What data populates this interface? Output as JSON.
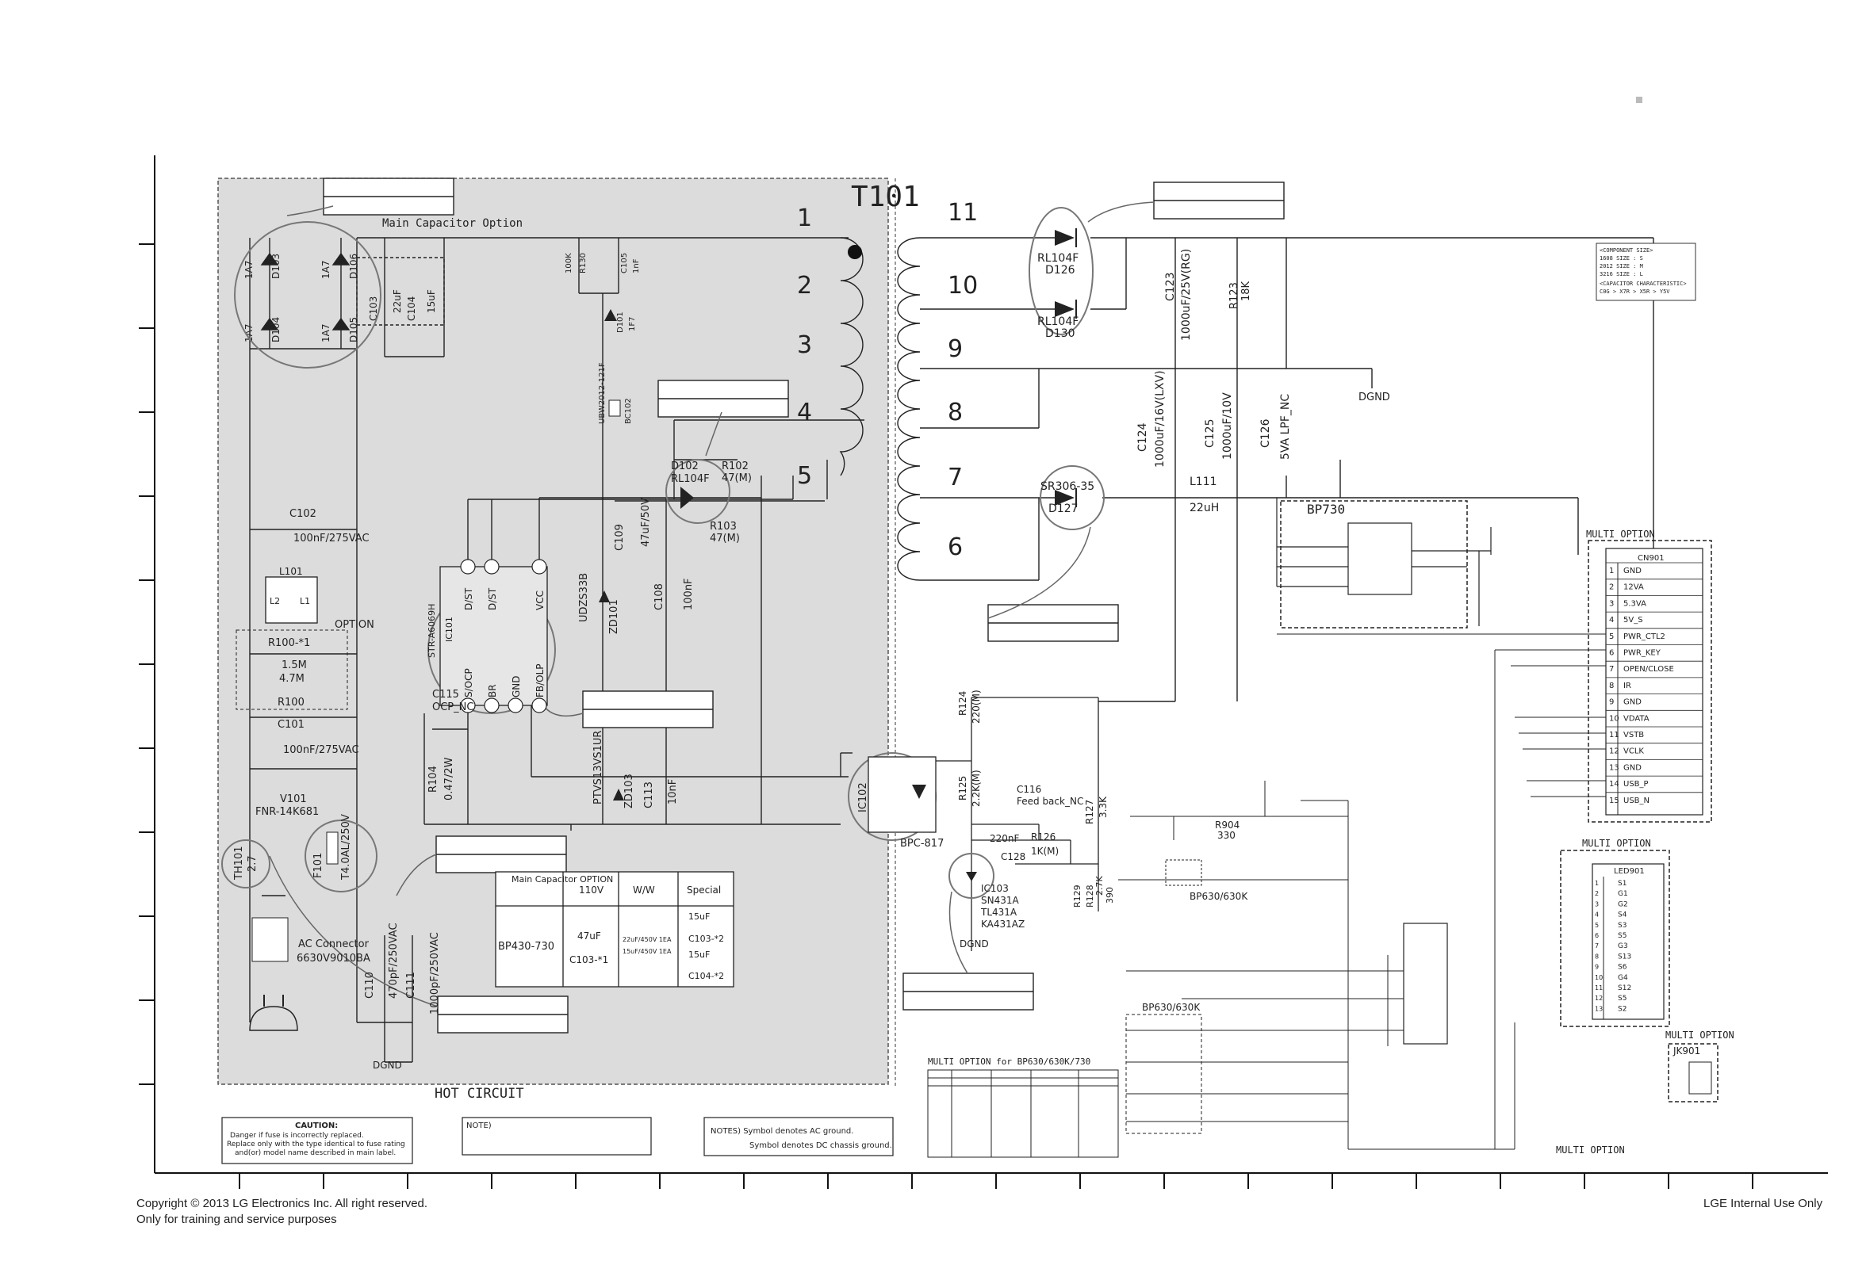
{
  "title": {
    "hot_circuit": "HOT CIRCUIT",
    "main_cap_option": "Main Capacitor Option",
    "transformer": "T101"
  },
  "pins_primary": [
    "1",
    "2",
    "3",
    "4",
    "5"
  ],
  "pins_secondary": [
    "11",
    "10",
    "9",
    "8",
    "7",
    "6"
  ],
  "components": {
    "d103": "D103",
    "d104": "D104",
    "d105": "D105",
    "d106": "D106",
    "d_rating": "1A7",
    "c103": "C103",
    "c103_val": "22uF",
    "c104": "C104",
    "c104_val": "15uF",
    "r130": "R130",
    "r130_val": "100K",
    "c105": "C105",
    "c105_val": "1nF",
    "d101": "D101",
    "d101_val": "1F7",
    "l_bead": "UBW2012-121F",
    "l_bead_ref": "BC102",
    "d102": "D102",
    "d102_val": "RL104F",
    "r102": "R102",
    "r102_val": "47(M)",
    "r103": "R103",
    "r103_val": "47(M)",
    "c102": "C102",
    "c102_val": "100nF/275VAC",
    "l101": "L101",
    "l2": "L2",
    "l1": "L1",
    "option": "OPTION",
    "r100x1": "R100-*1",
    "r100x1_val": "1.5M",
    "r100_val": "4.7M",
    "r100": "R100",
    "c101": "C101",
    "c101_val": "100nF/275VAC",
    "v101": "V101",
    "v101_val": "FNR-14K681",
    "th101": "TH101",
    "th101_val": "2.7",
    "f101": "F101",
    "f101_val": "T4.0AL/250V",
    "ac_conn": "AC Connector",
    "ac_conn_pn": "6630V9010BA",
    "c110": "C110",
    "c110_val": "470pF/250VAC",
    "c111": "C111",
    "c111_val": "1000pF/250VAC",
    "ic101": "IC101",
    "ic101_val": "STR-A6069H",
    "pin_dst1": "D/ST",
    "pin_dst2": "D/ST",
    "pin_vcc": "VCC",
    "pin_socp": "S/OCP",
    "pin_br": "BR",
    "pin_gnd": "GND",
    "pin_fb": "FB/OLP",
    "c115": "C115",
    "c115_val": "OCP_NC",
    "r104": "R104",
    "r104_val": "0.47/2W",
    "zd101": "ZD101",
    "zd101_val": "UDZS33B",
    "c109": "C109",
    "c109_val": "47uF/50V",
    "c108": "C108",
    "c108_val": "100nF",
    "zd103": "ZD103",
    "zd103_val": "PTVS13VS1UR",
    "c113": "C113",
    "c113_val": "10nF",
    "d126": "D126",
    "d126_val": "RL104F",
    "d130": "D130",
    "d130_val": "RL104F",
    "c123": "C123",
    "c123_val": "1000uF/25V(RG)",
    "r123": "R123",
    "r123_val": "18K",
    "c124": "C124",
    "c124_val": "1000uF/16V(LXV)",
    "c125": "C125",
    "c125_val": "1000uF/10V",
    "c126": "C126",
    "c126_val": "5VA LPF_NC",
    "d127": "D127",
    "d127_val": "SR306-35",
    "l111": "L111",
    "l111_val": "22uH",
    "bp730": "BP730",
    "ic102": "IC102",
    "ic102_val": "BPC-817",
    "r124": "R124",
    "r124_val": "220(M)",
    "r125": "R125",
    "r125_val": "2.2K(M)",
    "c116": "C116",
    "c116_val": "Feed back_NC",
    "c128": "C128",
    "c128_val": "220nF",
    "r126": "R126",
    "r126_val": "1K(M)",
    "r127": "R127",
    "r127_val": "3.3K",
    "ic103": "IC103",
    "ic103_a": "SN431A",
    "ic103_b": "TL431A",
    "ic103_c": "KA431AZ",
    "r128": "R128",
    "r128_val": "2.7K",
    "r129": "R129",
    "r129_val": "390",
    "dgnd": "DGND",
    "r904": "R904",
    "r904_val": "330",
    "bp630": "BP630/630K"
  },
  "cap_table": {
    "headers": [
      "Main Capacitor OPTION",
      "110V",
      "W/W",
      "Special"
    ],
    "row_model": "BP430-730",
    "cell_110v_val": "47uF",
    "cell_110v_ref": "C103-*1",
    "cell_ww_1": "22uF/450V 1EA",
    "cell_ww_2": "15uF/450V 1EA",
    "cell_sp_1": "15uF",
    "cell_sp_1_ref": "C103-*2",
    "cell_sp_2": "15uF",
    "cell_sp_2_ref": "C104-*2"
  },
  "multi_option": {
    "label": "MULTI OPTION",
    "cn901": "CN901",
    "pins": [
      "1",
      "2",
      "3",
      "4",
      "5",
      "6",
      "7",
      "8",
      "9",
      "10",
      "11",
      "12",
      "13",
      "14",
      "15"
    ],
    "signals": [
      "GND",
      "12VA",
      "5.3VA",
      "5V_S",
      "PWR_CTL2",
      "PWR_KEY",
      "OPEN/CLOSE",
      "IR",
      "GND",
      "VDATA",
      "VSTB",
      "VCLK",
      "GND",
      "USB_P",
      "USB_N"
    ],
    "led901": "LED901",
    "led_pins": [
      "1",
      "2",
      "3",
      "4",
      "5",
      "6",
      "7",
      "8",
      "9",
      "10",
      "11",
      "12",
      "13"
    ],
    "led_signals": [
      "S1",
      "G1",
      "G2",
      "S4",
      "S3",
      "S5",
      "G3",
      "S13",
      "S6",
      "G4",
      "S12",
      "S5",
      "S2"
    ],
    "jk901": "JK901",
    "table_title": "MULTI OPTION for BP630/630K/730"
  },
  "component_note": {
    "l1": "<COMPONENT SIZE>",
    "l2": "1608 SIZE : S",
    "l3": "2012 SIZE : M",
    "l4": "3216 SIZE : L",
    "l5": "<CAPACITOR CHARACTERISTIC>",
    "l6": "C0G > X7R > X5R > Y5V"
  },
  "notes": {
    "caution_title": "CAUTION:",
    "caution_1": "Danger if fuse is incorrectly replaced.",
    "caution_2": "Replace only with the type identical to fuse rating",
    "caution_3": "and(or) model name described in main label.",
    "notes_label": "NOTE)",
    "ground_1": "NOTES) Symbol denotes AC ground.",
    "ground_2": "Symbol denotes DC chassis ground."
  },
  "footer": {
    "copyright": "Copyright © 2013 LG Electronics Inc. All right reserved.",
    "training": "Only for training and service purposes",
    "internal": "LGE Internal Use Only"
  }
}
